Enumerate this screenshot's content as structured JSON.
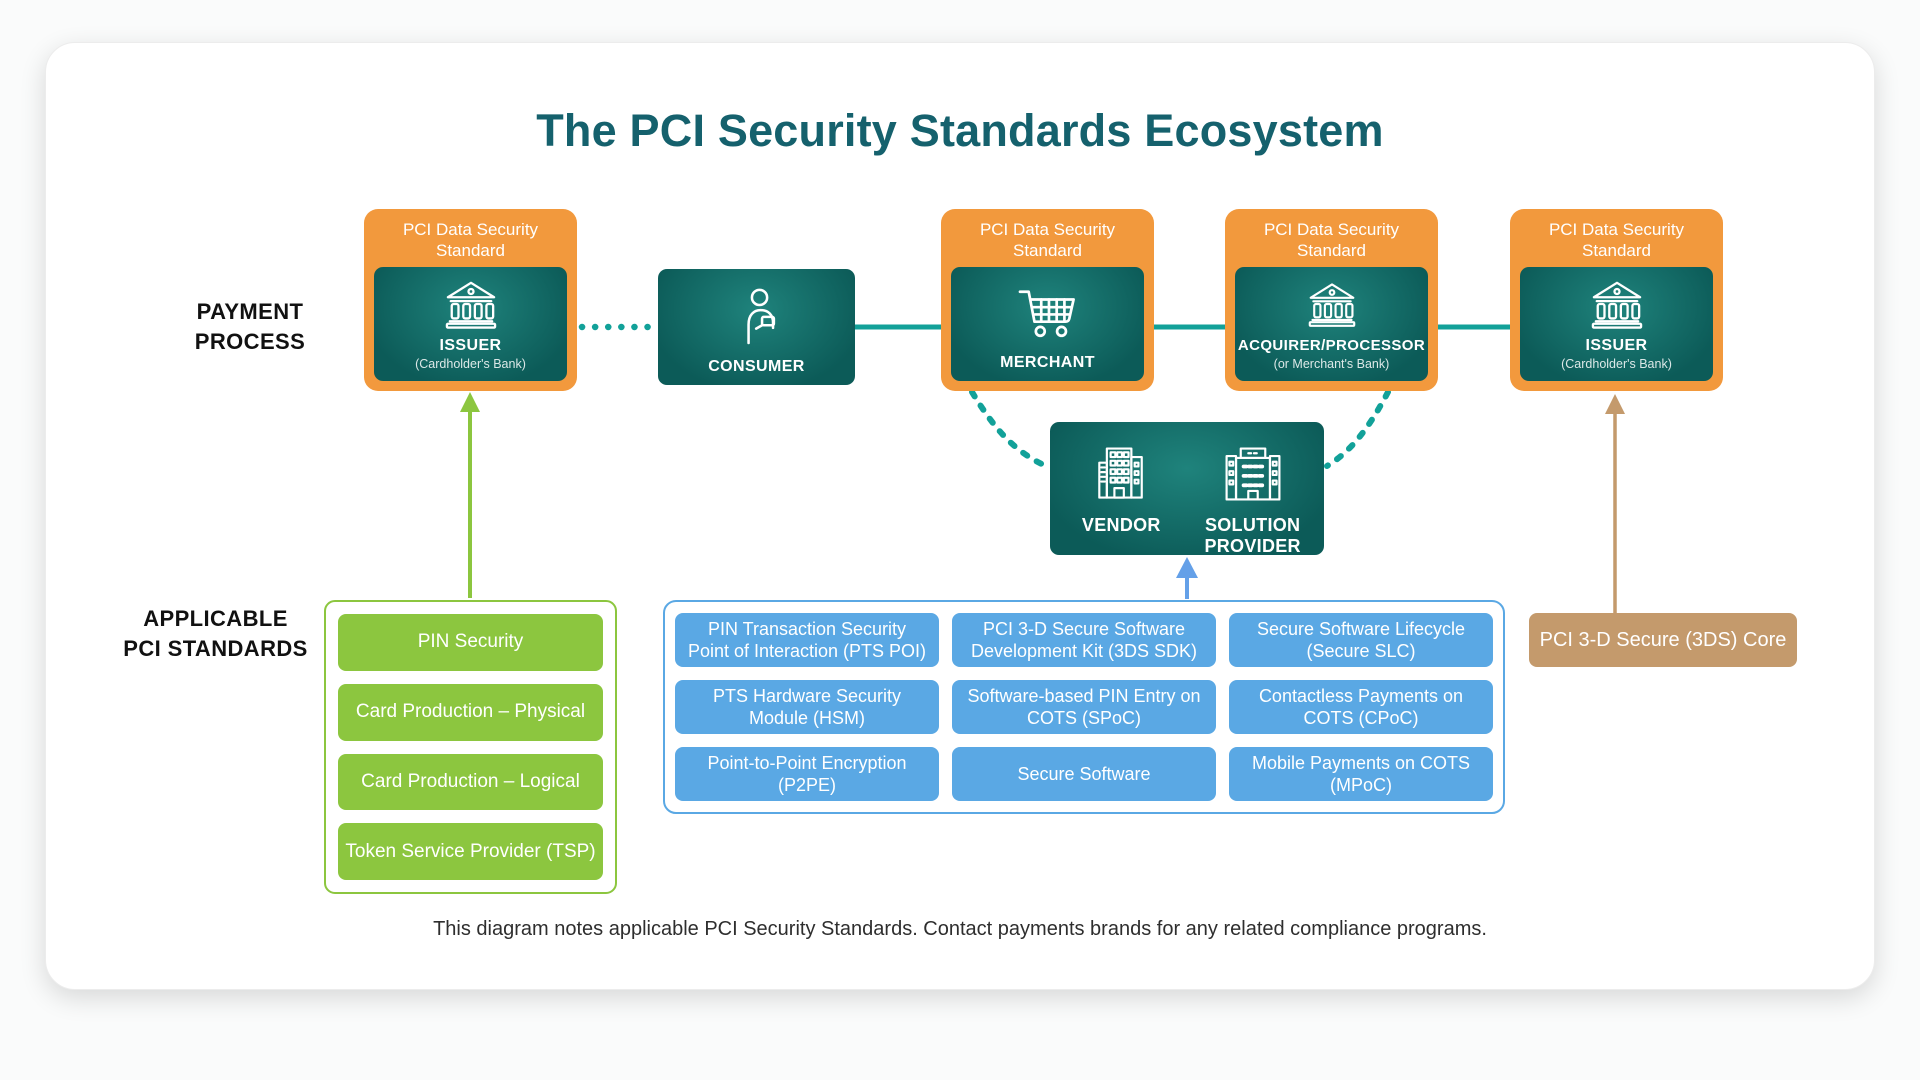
{
  "title": "The PCI Security Standards Ecosystem",
  "labels": {
    "payment_process": [
      "PAYMENT",
      "PROCESS"
    ],
    "applicable_standards": [
      "APPLICABLE",
      "PCI STANDARDS"
    ]
  },
  "payment_nodes": {
    "issuer_left": {
      "header": "PCI Data Security Standard",
      "name": "ISSUER",
      "sub": "(Cardholder's Bank)"
    },
    "consumer": {
      "name": "CONSUMER"
    },
    "merchant": {
      "header": "PCI Data Security Standard",
      "name": "MERCHANT"
    },
    "acquirer": {
      "header": "PCI Data Security Standard",
      "name": "ACQUIRER/PROCESSOR",
      "sub": "(or Merchant's Bank)"
    },
    "issuer_right": {
      "header": "PCI Data Security Standard",
      "name": "ISSUER",
      "sub": "(Cardholder's Bank)"
    }
  },
  "vendor_box": {
    "vendor": "VENDOR",
    "solution_provider": "SOLUTION PROVIDER"
  },
  "standards": {
    "green": [
      "PIN Security",
      "Card Production – Physical",
      "Card Production – Logical",
      "Token Service Provider (TSP)"
    ],
    "blue": [
      "PIN Transaction Security Point of Interaction (PTS POI)",
      "PCI 3-D Secure Software Development Kit (3DS SDK)",
      "Secure Software Lifecycle (Secure SLC)",
      "PTS Hardware Security Module (HSM)",
      "Software-based PIN Entry on COTS (SPoC)",
      "Contactless Payments on COTS (CPoC)",
      "Point-to-Point Encryption (P2PE)",
      "Secure Software",
      "Mobile Payments on COTS (MPoC)"
    ],
    "tan": "PCI 3-D Secure (3DS) Core"
  },
  "footnote": "This diagram notes applicable PCI Security Standards. Contact payments brands for any related compliance programs.",
  "colors": {
    "orange": "#F2993D",
    "teal_dark": "#0C5B58",
    "teal_light": "#1F837C",
    "teal_connector": "#12A199",
    "green": "#8CC63F",
    "blue": "#5AA8E4",
    "tan": "#C49A6C",
    "title_teal": "#15616D",
    "arrow_blue": "#64A0E8"
  }
}
